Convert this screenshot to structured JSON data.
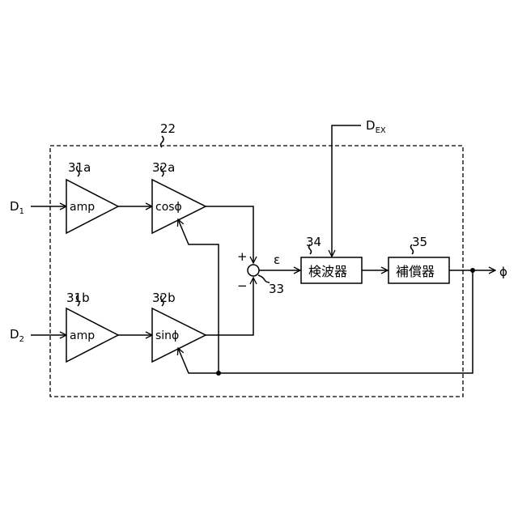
{
  "diagram": {
    "outer_block": "22",
    "inputs": {
      "d1": {
        "main": "D",
        "sub": "1"
      },
      "d2": {
        "main": "D",
        "sub": "2"
      },
      "dex": {
        "main": "D",
        "sub": "EX"
      }
    },
    "amp_a": {
      "ref": "31a",
      "text": "amp"
    },
    "amp_b": {
      "ref": "31b",
      "text": "amp"
    },
    "cos_block": {
      "ref": "32a",
      "text": "cosϕ"
    },
    "sin_block": {
      "ref": "32b",
      "text": "sinϕ"
    },
    "summer": {
      "ref": "33",
      "plus": "+",
      "minus": "−"
    },
    "error_signal": "ε",
    "detector": {
      "ref": "34",
      "text": "検波器"
    },
    "compensator": {
      "ref": "35",
      "text": "補償器"
    },
    "output": "ϕ"
  }
}
